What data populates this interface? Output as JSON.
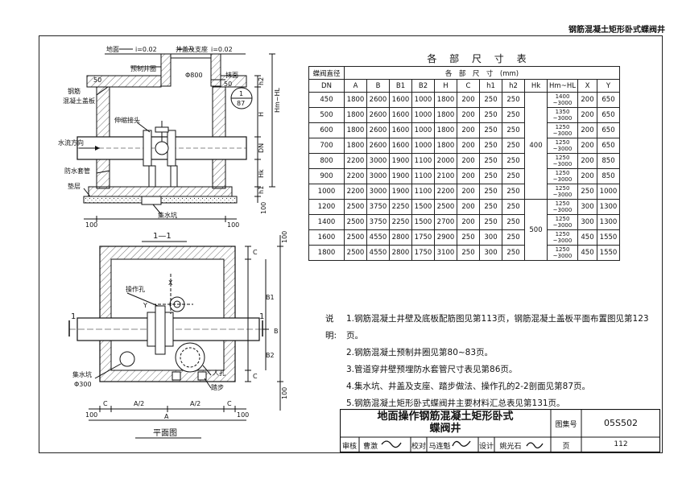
{
  "header": {
    "title": "钢筋混凝土矩形卧式蝶阀井"
  },
  "elevation": {
    "labels": {
      "ground": "地面",
      "slope_left": "i=0.02",
      "cover_seat": "井盖及支座",
      "slope_right": "i=0.02",
      "precast_ring": "预制井圈",
      "plaster": "抹面",
      "d800": "Φ800",
      "rc_slab_1": "钢筋",
      "rc_slab_2": "混凝土盖板",
      "dim_50a": "50",
      "dim_50b": "50",
      "expansion_joint": "伸缩接头",
      "flow_direction": "水流方向",
      "waterproof_sleeve": "防水套管",
      "cushion": "垫层",
      "sump_pit": "集水坑",
      "dim_100_left": "100",
      "dim_100_right": "100",
      "dim_100_vert": "100",
      "h2": "h2",
      "hm_hl": "Hm~HL",
      "H": "H",
      "DN": "DN",
      "Hk": "Hk",
      "h1": "h1",
      "detail_top": "1",
      "detail_bottom": "87",
      "section_label": "1—1"
    }
  },
  "plan": {
    "labels": {
      "operation_hole": "操作孔",
      "x": "X",
      "y": "Y",
      "sump_pit": "集水坑",
      "sump_dia": "Φ300",
      "manhole": "人孔",
      "steps": "踏步",
      "section_left": "1",
      "section_right": "1",
      "dim_100_left": "100",
      "dim_100_right": "100",
      "dim_100_top": "100",
      "dim_100_bottom": "100",
      "C_top": "C",
      "B1": "B1",
      "B": "B",
      "B2": "B2",
      "C_bottom": "C",
      "C_left": "C",
      "C_right": "C",
      "A_half_left": "A/2",
      "A_half_right": "A/2",
      "A": "A",
      "plan_title": "平面图"
    }
  },
  "dimension_table": {
    "title": "各 部 尺 寸 表",
    "header_top": [
      "蝶阀直径",
      "各　部　尺　寸　(mm)"
    ],
    "header_cols": [
      "DN",
      "A",
      "B",
      "B1",
      "B2",
      "H",
      "C",
      "h1",
      "h2",
      "Hk",
      "Hm~HL",
      "X",
      "Y"
    ],
    "rows": [
      {
        "dn": "450",
        "a": "1800",
        "b": "2600",
        "b1": "1600",
        "b2": "1000",
        "h": "1800",
        "c": "200",
        "h1": "250",
        "h2": "250",
        "hm_top": "1400",
        "hm_bot": "~3000",
        "x": "200",
        "y": "650"
      },
      {
        "dn": "500",
        "a": "1800",
        "b": "2600",
        "b1": "1600",
        "b2": "1000",
        "h": "1800",
        "c": "200",
        "h1": "250",
        "h2": "250",
        "hm_top": "1350",
        "hm_bot": "~3000",
        "x": "200",
        "y": "650"
      },
      {
        "dn": "600",
        "a": "1800",
        "b": "2600",
        "b1": "1600",
        "b2": "1000",
        "h": "1800",
        "c": "200",
        "h1": "250",
        "h2": "250",
        "hm_top": "1250",
        "hm_bot": "~3000",
        "x": "200",
        "y": "650"
      },
      {
        "dn": "700",
        "a": "1800",
        "b": "2600",
        "b1": "1600",
        "b2": "1000",
        "h": "1800",
        "c": "200",
        "h1": "250",
        "h2": "250",
        "hm_top": "1250",
        "hm_bot": "~3000",
        "x": "200",
        "y": "650"
      },
      {
        "dn": "800",
        "a": "2200",
        "b": "3000",
        "b1": "1900",
        "b2": "1100",
        "h": "2000",
        "c": "200",
        "h1": "250",
        "h2": "250",
        "hm_top": "1250",
        "hm_bot": "~3000",
        "x": "200",
        "y": "850"
      },
      {
        "dn": "900",
        "a": "2200",
        "b": "3000",
        "b1": "1900",
        "b2": "1100",
        "h": "2100",
        "c": "200",
        "h1": "250",
        "h2": "250",
        "hm_top": "1250",
        "hm_bot": "~3000",
        "x": "200",
        "y": "850"
      },
      {
        "dn": "1000",
        "a": "2200",
        "b": "3000",
        "b1": "1900",
        "b2": "1100",
        "h": "2200",
        "c": "200",
        "h1": "250",
        "h2": "250",
        "hm_top": "1250",
        "hm_bot": "~3000",
        "x": "250",
        "y": "1000"
      },
      {
        "dn": "1200",
        "a": "2500",
        "b": "3750",
        "b1": "2250",
        "b2": "1500",
        "h": "2500",
        "c": "200",
        "h1": "250",
        "h2": "250",
        "hm_top": "1250",
        "hm_bot": "~3000",
        "x": "300",
        "y": "1300"
      },
      {
        "dn": "1400",
        "a": "2500",
        "b": "3750",
        "b1": "2250",
        "b2": "1500",
        "h": "2700",
        "c": "200",
        "h1": "250",
        "h2": "250",
        "hm_top": "1250",
        "hm_bot": "~3000",
        "x": "300",
        "y": "1300"
      },
      {
        "dn": "1600",
        "a": "2500",
        "b": "4550",
        "b1": "2800",
        "b2": "1750",
        "h": "2900",
        "c": "250",
        "h1": "300",
        "h2": "250",
        "hm_top": "1250",
        "hm_bot": "~3000",
        "x": "450",
        "y": "1550"
      },
      {
        "dn": "1800",
        "a": "2500",
        "b": "4550",
        "b1": "2800",
        "b2": "1750",
        "h": "3100",
        "c": "250",
        "h1": "300",
        "h2": "250",
        "hm_top": "1250",
        "hm_bot": "~3000",
        "x": "450",
        "y": "1550"
      }
    ],
    "hk_group_1": "400",
    "hk_group_2": "500"
  },
  "notes": {
    "lead": "说明:",
    "items": [
      "1.钢筋混凝土井壁及底板配筋图见第113页，钢筋混凝土盖板平面布置图见第123页。",
      "2.钢筋混凝土预制井圈见第80~83页。",
      "3.管道穿井壁预埋防水套管尺寸表见第86页。",
      "4.集水坑、井盖及支座、踏步做法、操作孔的2-2剖面见第87页。",
      "5.钢筋混凝土矩形卧式蝶阀井主要材料汇总表见第131页。"
    ]
  },
  "title_block": {
    "title_line1": "地面操作钢筋混凝土矩形卧式",
    "title_line2": "蝶阀井",
    "atlas_label": "图集号",
    "atlas_no": "05S502",
    "review_label": "审核",
    "reviewer": "曹激",
    "check_label": "校对",
    "checker": "马连魁",
    "design_label": "设计",
    "designer": "姚光石",
    "page_label": "页",
    "page_no": "112"
  }
}
